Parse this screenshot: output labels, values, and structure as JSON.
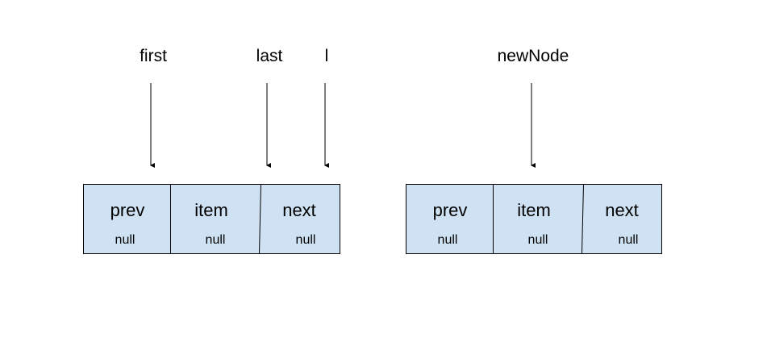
{
  "colors": {
    "node_fill": "#cfe2f3",
    "stroke": "#000000",
    "text": "#000000"
  },
  "pointers": [
    {
      "label": "first",
      "target": "node-1-prev"
    },
    {
      "label": "last",
      "target": "node-1-next-left"
    },
    {
      "label": "l",
      "target": "node-1-next-right"
    },
    {
      "label": "newNode",
      "target": "node-2-item"
    }
  ],
  "nodes": [
    {
      "name": "node-1",
      "fields": [
        {
          "name": "prev",
          "value": "null"
        },
        {
          "name": "item",
          "value": "null"
        },
        {
          "name": "next",
          "value": "null"
        }
      ]
    },
    {
      "name": "node-2",
      "fields": [
        {
          "name": "prev",
          "value": "null"
        },
        {
          "name": "item",
          "value": "null"
        },
        {
          "name": "next",
          "value": "null"
        }
      ]
    }
  ]
}
